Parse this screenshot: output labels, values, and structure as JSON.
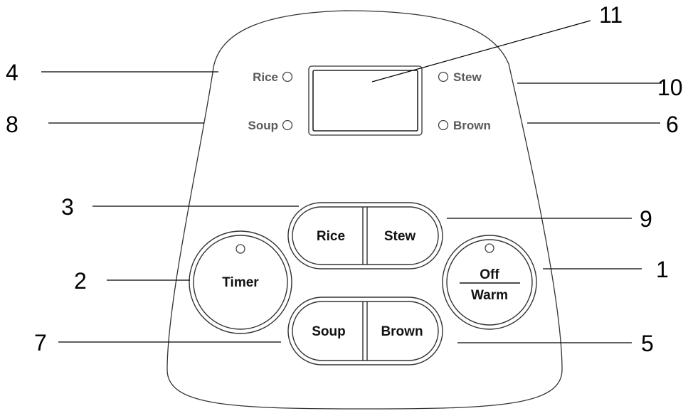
{
  "indicators": {
    "rice": "Rice",
    "soup": "Soup",
    "stew": "Stew",
    "brown": "Brown"
  },
  "buttons": {
    "rice": "Rice",
    "stew": "Stew",
    "soup": "Soup",
    "brown": "Brown",
    "timer": "Timer",
    "off": "Off",
    "warm": "Warm"
  },
  "callouts": {
    "n1": "1",
    "n2": "2",
    "n3": "3",
    "n4": "4",
    "n5": "5",
    "n6": "6",
    "n7": "7",
    "n8": "8",
    "n9": "9",
    "n10": "10",
    "n11": "11"
  }
}
